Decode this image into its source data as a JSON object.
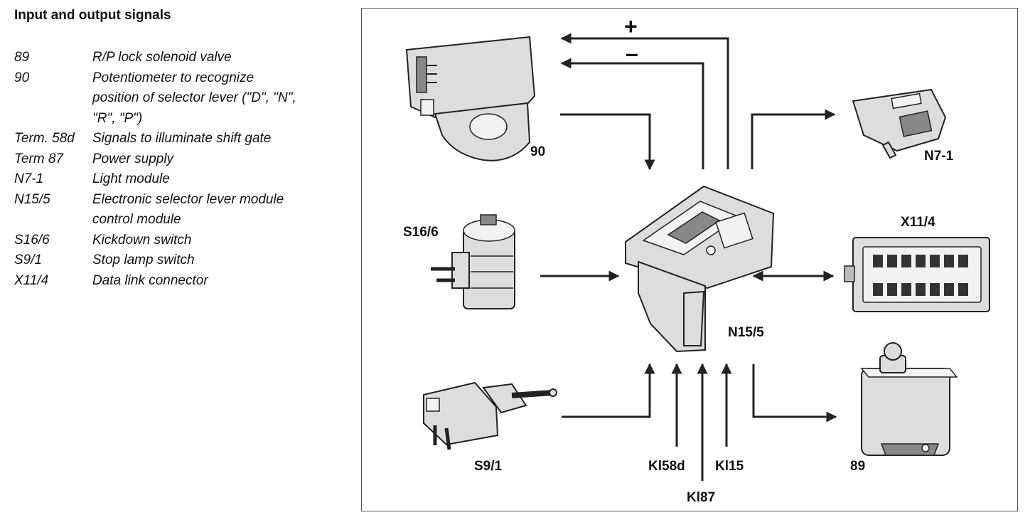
{
  "page": {
    "title": "Input and output signals"
  },
  "legend": [
    {
      "code": "89",
      "lines": [
        "R/P lock solenoid valve"
      ]
    },
    {
      "code": "90",
      "lines": [
        "Potentiometer to recognize",
        "position of selector lever (\"D\", \"N\",",
        "\"R\", \"P\")"
      ]
    },
    {
      "code": "Term. 58d",
      "lines": [
        "Signals to illuminate shift gate"
      ]
    },
    {
      "code": "Term 87",
      "lines": [
        "Power supply"
      ]
    },
    {
      "code": "N7-1",
      "lines": [
        "Light module"
      ]
    },
    {
      "code": "N15/5",
      "lines": [
        "Electronic selector lever module",
        "control module"
      ]
    },
    {
      "code": "S16/6",
      "lines": [
        "Kickdown switch"
      ]
    },
    {
      "code": "S9/1",
      "lines": [
        "Stop lamp switch"
      ]
    },
    {
      "code": "X11/4",
      "lines": [
        "Data link connector"
      ]
    }
  ],
  "diagram": {
    "labels": {
      "pot": "90",
      "light": "N7-1",
      "kickdown": "S16/6",
      "dlc": "X11/4",
      "ecu": "N15/5",
      "stop": "S9/1",
      "solenoid": "89",
      "kl58d": "Kl58d",
      "kl15": "Kl15",
      "kl87": "Kl87",
      "plus": "+",
      "minus": "–"
    }
  }
}
